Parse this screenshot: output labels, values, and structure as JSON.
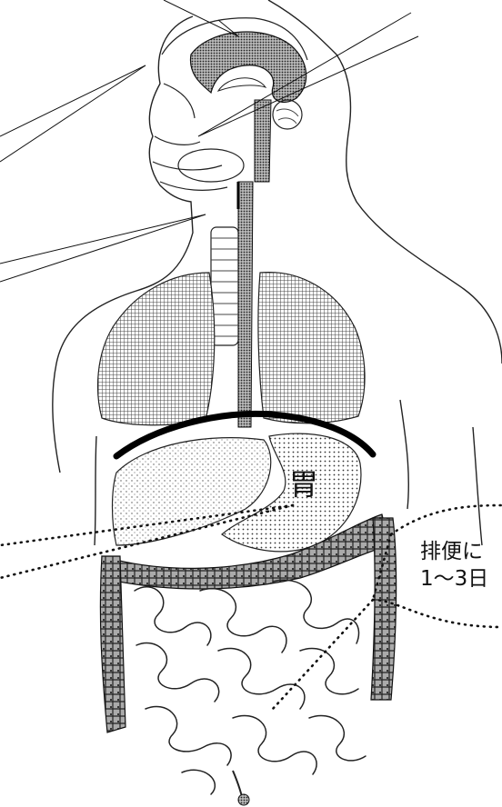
{
  "labels": {
    "stomach": "胃",
    "bowel_line1": "排便に",
    "bowel_line2": "1〜3日"
  }
}
